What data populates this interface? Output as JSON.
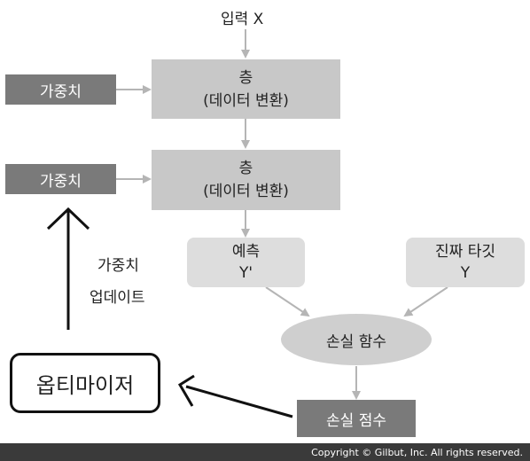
{
  "input_label": "입력 X",
  "weights_label": "가중치",
  "layer1": {
    "title": "층",
    "subtitle": "(데이터 변환)"
  },
  "layer2": {
    "title": "층",
    "subtitle": "(데이터 변환)"
  },
  "prediction": {
    "title": "예측",
    "symbol": "Y'"
  },
  "target": {
    "title": "진짜 타깃",
    "symbol": "Y"
  },
  "loss_function": "손실 함수",
  "loss_score": "손실 점수",
  "optimizer": "옵티마이저",
  "weight_update": {
    "line1": "가중치",
    "line2": "업데이트"
  },
  "copyright": "Copyright © Gilbut, Inc. All rights reserved.",
  "colors": {
    "dark_box": "#7a7a7a",
    "layer_box": "#c8c8c8",
    "light_box": "#dddddd",
    "arrow": "#b5b5b5"
  }
}
